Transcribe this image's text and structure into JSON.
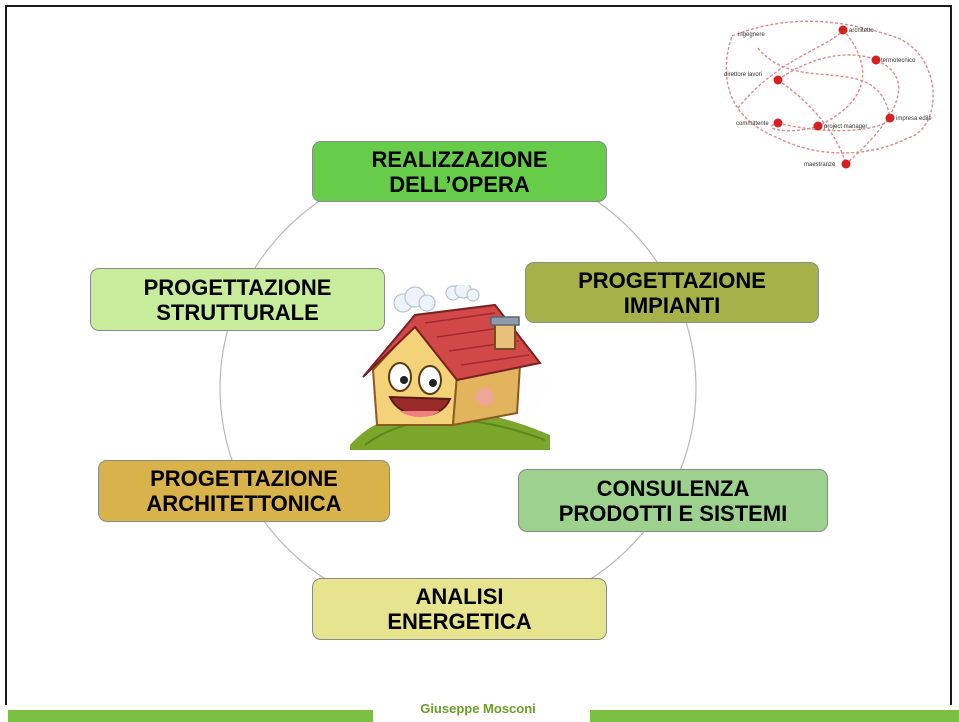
{
  "cycle": {
    "items": [
      {
        "label": "REALIZZAZIONE\nDELL’OPERA",
        "color": "#66cc4a"
      },
      {
        "label": "PROGETTAZIONE\nIMPIANTI",
        "color": "#a6b14a"
      },
      {
        "label": "CONSULENZA\nPRODOTTI E SISTEMI",
        "color": "#9cd28e"
      },
      {
        "label": "ANALISI\nENERGETICA",
        "color": "#e6e48e"
      },
      {
        "label": "PROGETTAZIONE\nARCHITETTONICA",
        "color": "#d8b24a"
      },
      {
        "label": "PROGETTAZIONE\nSTRUTTURALE",
        "color": "#c6ec9c"
      }
    ]
  },
  "network": {
    "nodes": [
      "ingegnere",
      "architetto",
      "termotecnico",
      "direttore lavori",
      "committente",
      "project manager",
      "impresa edile",
      "maestranze"
    ],
    "node_color": "#d42020"
  },
  "footer": {
    "author": "Giuseppe Mosconi",
    "bar_color": "#7ac043"
  }
}
